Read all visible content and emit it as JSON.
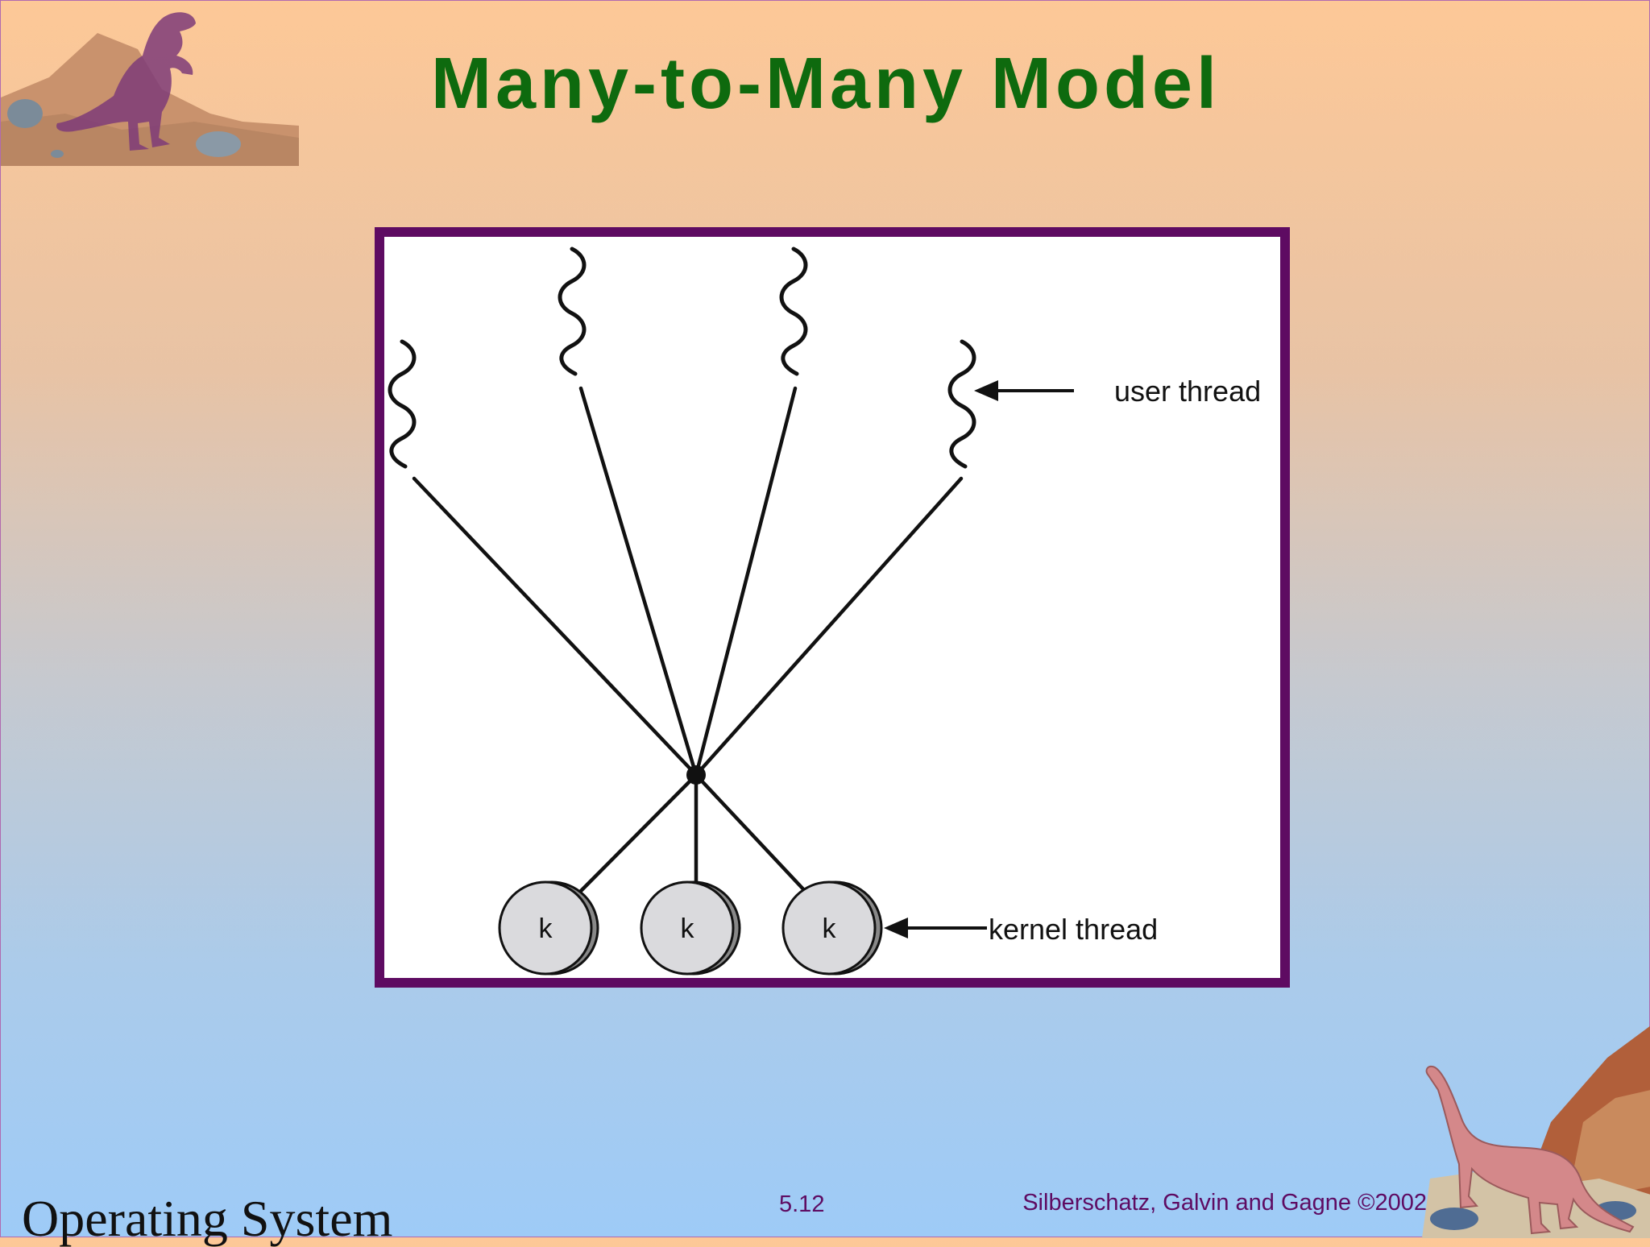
{
  "slide": {
    "title": "Many-to-Many Model",
    "page_number": "5.12",
    "credit": "Silberschatz, Galvin and  Gagne ©2002",
    "course": "Operating System"
  },
  "diagram": {
    "user_thread_label": "user thread",
    "kernel_thread_label": "kernel thread",
    "kernel_nodes": [
      "k",
      "k",
      "k"
    ],
    "user_thread_count": 4
  },
  "colors": {
    "title": "#0e6a0e",
    "frame": "#5e0b62",
    "footer_text": "#5e0b62",
    "kernel_node_fill": "#dadadd",
    "kernel_node_shadow": "#888888"
  }
}
